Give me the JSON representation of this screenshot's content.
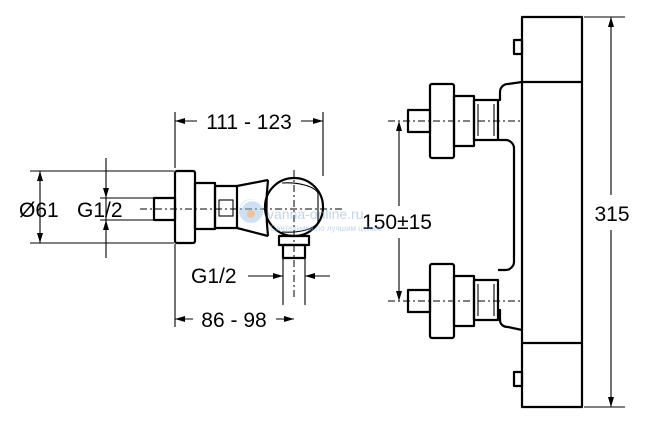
{
  "dimensions": {
    "top_width": "111 - 123",
    "body_diameter": "Ø61",
    "inlet_thread": "G1/2",
    "outlet_thread": "G1/2",
    "bottom_width": "86 - 98",
    "inlet_spacing": "150±15",
    "total_height": "315"
  },
  "watermark": {
    "site": "vanna-online.ru",
    "tagline": "Сантехника по лучшим ценам"
  }
}
